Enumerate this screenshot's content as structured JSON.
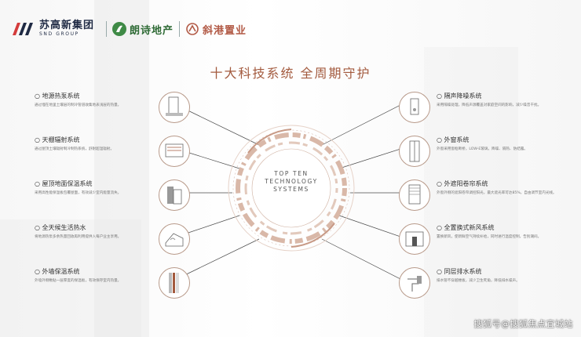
{
  "header": {
    "brand1_cn": "苏高新集团",
    "brand1_en": "SND GROUP",
    "brand2": "朗诗地产",
    "brand3": "斜港置业"
  },
  "title": "十大科技系统 全周期守护",
  "center": {
    "line1": "TOP TEN",
    "line2": "TECHNOLOGY",
    "line3": "SYSTEMS"
  },
  "left_items": [
    {
      "title": "○ 地源热泵系统",
      "desc": "通过埋在地里土壤层的制冷管道收集地表浅层的热量。",
      "icon": "heat-pump-icon"
    },
    {
      "title": "○ 天棚辐射系统",
      "desc": "通过屋顶土壤辐射制冷制热系统，舒耐超温辐射。",
      "icon": "ceiling-radiation-icon"
    },
    {
      "title": "○ 屋顶地面保温系统",
      "desc": "采用高性能保温板包覆屋面，有效减少室内能量流失。",
      "icon": "roof-insulation-icon"
    },
    {
      "title": "○ 全天候生活热水",
      "desc": "将地源热泵多余热量回收再利用提供入每户业主享用。",
      "icon": "hot-water-icon"
    },
    {
      "title": "○ 外墙保温系统",
      "desc": "外墙外侧敷贴一层厚度的保温板，有效保存室内热量。",
      "icon": "wall-insulation-icon"
    }
  ],
  "right_items": [
    {
      "title": "○ 隔声降噪系统",
      "desc": "采用隔噪处理，降低声源覆盖对家庭空间的影响，减少噪音干扰。",
      "icon": "noise-reduction-icon"
    },
    {
      "title": "○ 外窗系统",
      "desc": "外窗采用窗框断桥，LOW-E玻璃，降噪、隔热、防结露。",
      "icon": "window-icon"
    },
    {
      "title": "○ 外遮阳卷帘系统",
      "desc": "外窗外侧的遮阳卷帘调控阳光，最大遮光率可达85%，自由调节室内光线。",
      "icon": "sunshade-icon"
    },
    {
      "title": "○ 全置换式新风系统",
      "desc": "置换新风，使新鲜空气持续补给，同时进行温度控制，告别潮闷。",
      "icon": "fresh-air-icon"
    },
    {
      "title": "○ 同层排水系统",
      "desc": "排水管不穿越楼板，减少卫生死角，降低排水噪声。",
      "icon": "drainage-icon"
    }
  ],
  "watermark": "搜狐号@搜狐焦点宜城站",
  "colors": {
    "accent": "#a35a3e",
    "line": "#4a4a4a",
    "ring": "#d9b8a8"
  }
}
